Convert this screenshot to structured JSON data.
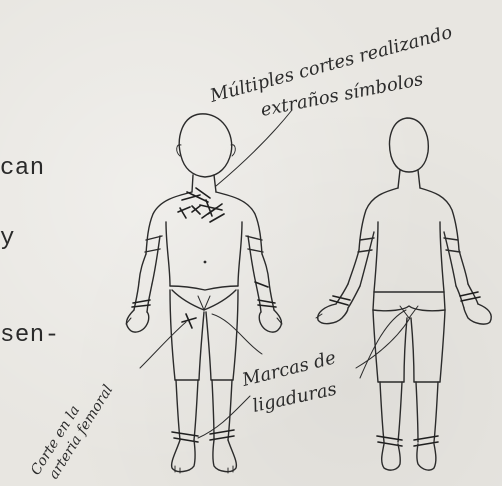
{
  "typed_text": {
    "line1": "can",
    "line2": "y",
    "line3": "sen-"
  },
  "annotations": {
    "cuts_line1": "Múltiples cortes realizando",
    "cuts_line2": "extraños símbolos",
    "ligatures_line1": "Marcas de",
    "ligatures_line2": "ligaduras",
    "femoral_line1": "Corte en la",
    "femoral_line2": "arteria femoral"
  },
  "colors": {
    "paper": "#e8e6e1",
    "ink": "#2b2b2b"
  }
}
